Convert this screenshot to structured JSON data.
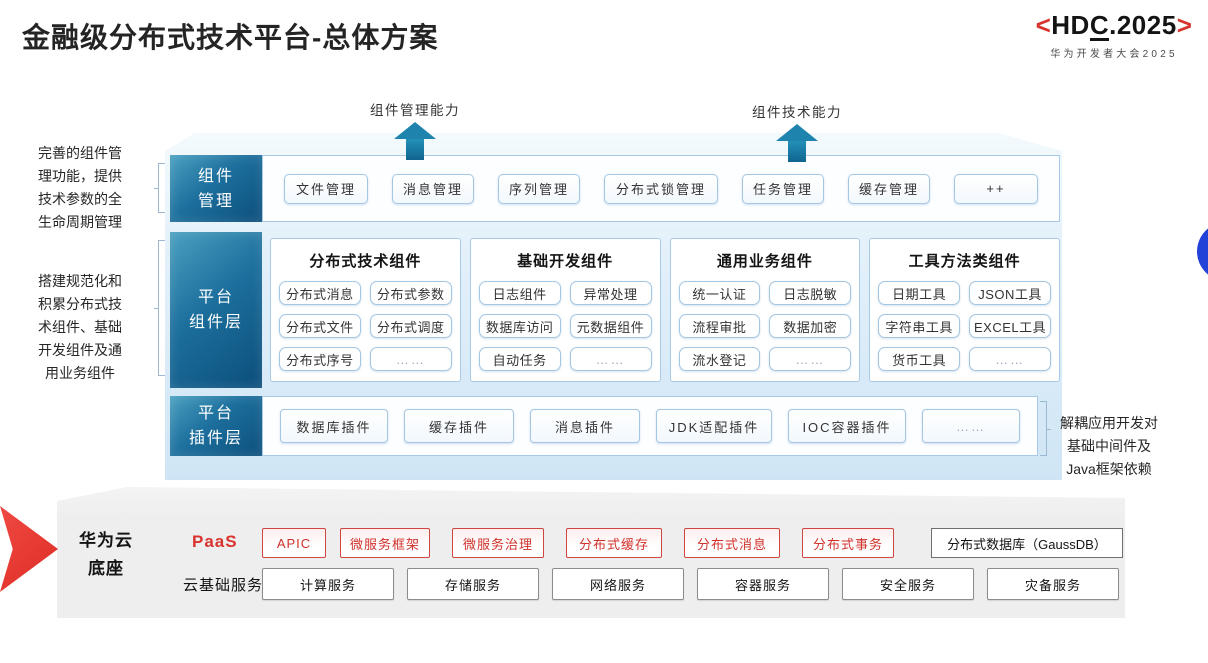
{
  "title": "金融级分布式技术平台-总体方案",
  "logo": {
    "bracket_left": "<",
    "hd": "HD",
    "c": "C",
    "rest": ".2025",
    "bracket_right": ">",
    "subtitle": "华为开发者大会2025"
  },
  "capability_arrows": [
    {
      "label": "组件管理能力"
    },
    {
      "label": "组件技术能力"
    }
  ],
  "left_notes": [
    {
      "lines": [
        "完善的组件管",
        "理功能，提供",
        "技术参数的全",
        "生命周期管理"
      ]
    },
    {
      "lines": [
        "搭建规范化和",
        "积累分布式技",
        "术组件、基础",
        "开发组件及通",
        "用业务组件"
      ]
    }
  ],
  "right_note": {
    "lines": [
      "解耦应用开发对",
      "基础中间件及",
      "Java框架依赖"
    ]
  },
  "layers": {
    "component_mgmt": {
      "label_lines": [
        "组件",
        "管理"
      ],
      "items": [
        "文件管理",
        "消息管理",
        "序列管理",
        "分布式锁管理",
        "任务管理",
        "缓存管理",
        "++"
      ]
    },
    "platform_components": {
      "label_lines": [
        "平台",
        "组件层"
      ],
      "columns": [
        {
          "header": "分布式技术组件",
          "items": [
            "分布式消息",
            "分布式参数",
            "分布式文件",
            "分布式调度",
            "分布式序号",
            "……"
          ]
        },
        {
          "header": "基础开发组件",
          "items": [
            "日志组件",
            "异常处理",
            "数据库访问",
            "元数据组件",
            "自动任务",
            "……"
          ]
        },
        {
          "header": "通用业务组件",
          "items": [
            "统一认证",
            "日志脱敏",
            "流程审批",
            "数据加密",
            "流水登记",
            "……"
          ]
        },
        {
          "header": "工具方法类组件",
          "items": [
            "日期工具",
            "JSON工具",
            "字符串工具",
            "EXCEL工具",
            "货币工具",
            "……"
          ]
        }
      ]
    },
    "platform_plugins": {
      "label_lines": [
        "平台",
        "插件层"
      ],
      "items": [
        "数据库插件",
        "缓存插件",
        "消息插件",
        "JDK适配插件",
        "IOC容器插件",
        "……"
      ]
    }
  },
  "foundation": {
    "label_lines": [
      "华为云",
      "底座"
    ],
    "paas": {
      "label": "PaaS",
      "items": [
        "APIC",
        "微服务框架",
        "微服务治理",
        "分布式缓存",
        "分布式消息",
        "分布式事务"
      ],
      "db_item": "分布式数据库（GaussDB）"
    },
    "cloud": {
      "label": "云基础服务",
      "items": [
        "计算服务",
        "存储服务",
        "网络服务",
        "容器服务",
        "安全服务",
        "灾备服务"
      ]
    }
  },
  "colors": {
    "accent_red": "#d8342e",
    "arrow_teal": "#1a7ba6",
    "layer_label_dark": "#0b4e7b",
    "layer_label_light": "#4aa0c0",
    "border_blue": "#a3c6e2",
    "panel_gray": "#efefef",
    "circle_blue": "#2343d8"
  }
}
